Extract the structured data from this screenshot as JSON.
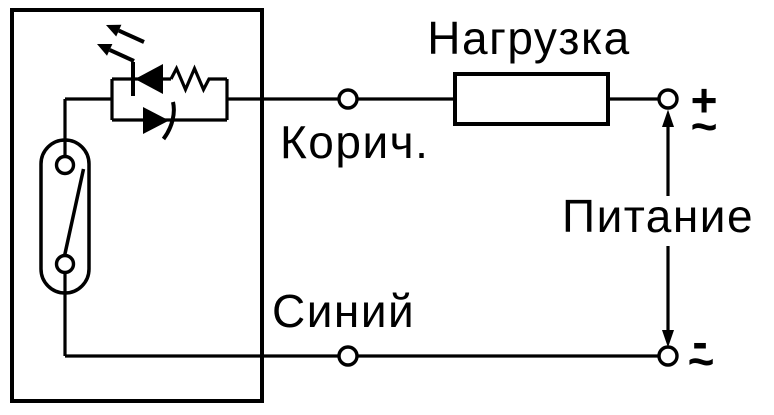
{
  "diagram": {
    "title": "Sensor two-wire connection schematic",
    "background_color": "#ffffff",
    "line_color": "#000000",
    "labels": {
      "load": "Нагрузка",
      "brown_wire": "Корич.",
      "blue_wire": "Синий",
      "power": "Питание"
    },
    "terminals": {
      "positive": {
        "sign": "+",
        "mode": "~"
      },
      "negative": {
        "sign": "-",
        "mode": "~"
      }
    },
    "components": [
      "sensor-housing",
      "reed-switch",
      "led-indicator",
      "resistor",
      "protection-diode",
      "load-resistor",
      "terminal-nodes",
      "power-supply-arrow"
    ]
  }
}
